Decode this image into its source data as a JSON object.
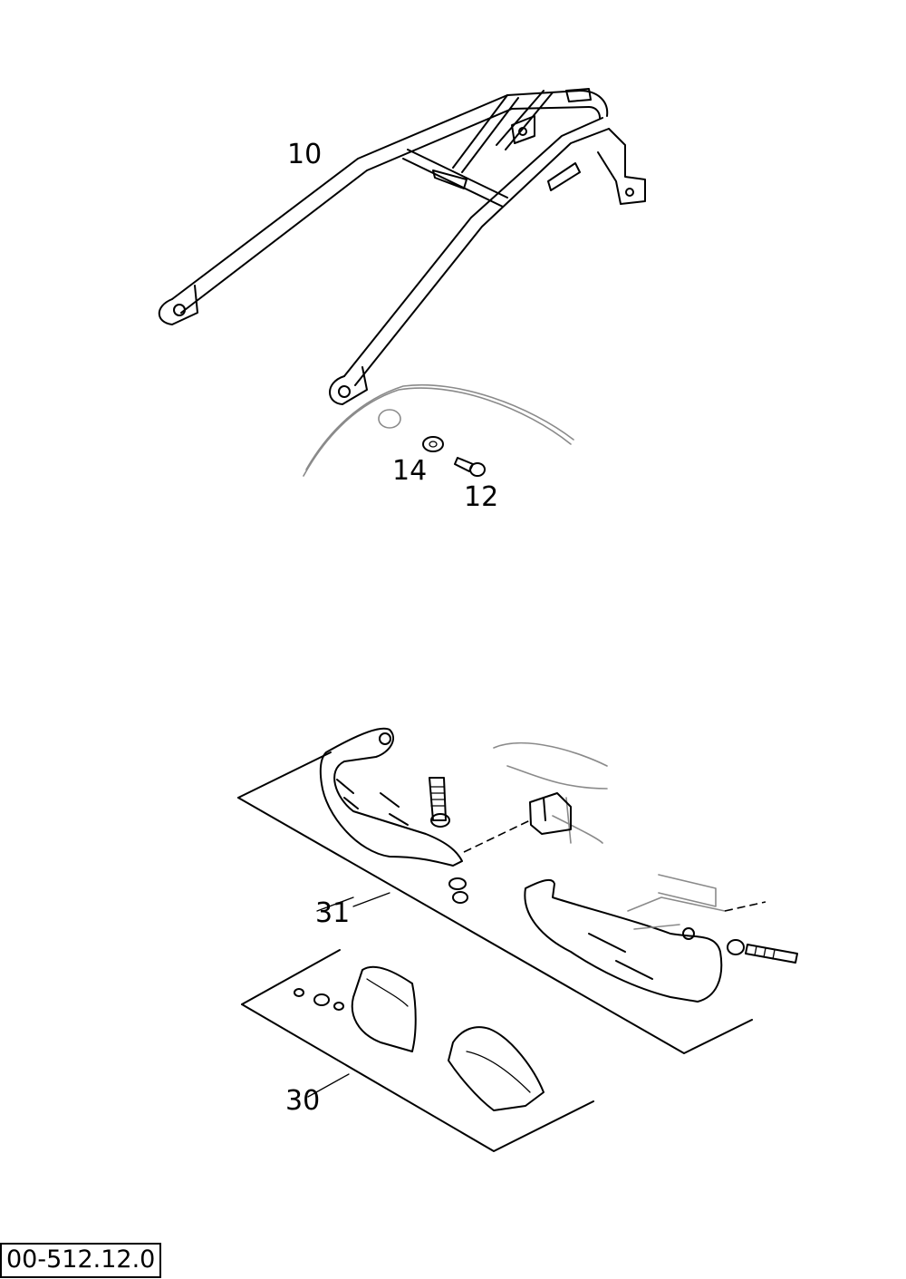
{
  "labels": {
    "rack": "10",
    "washer": "14",
    "screw": "12",
    "handguard_kit": "31",
    "wind_deflector_kit": "30"
  },
  "document_code": "00-512.12.0",
  "colors": {
    "line": "#000000",
    "ghost": "#8a8a8a",
    "background": "#ffffff"
  }
}
